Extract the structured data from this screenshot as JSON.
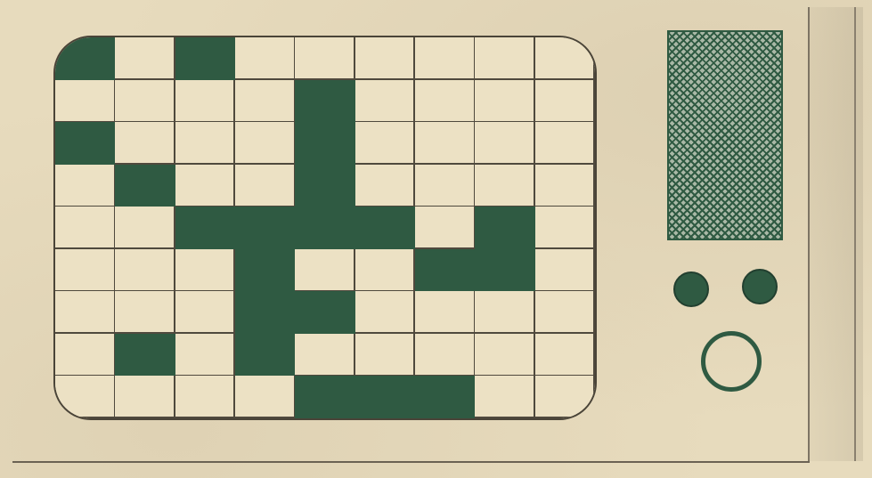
{
  "grid": {
    "rows": 9,
    "cols": 9,
    "filled_cells": [
      [
        0,
        0
      ],
      [
        0,
        2
      ],
      [
        1,
        4
      ],
      [
        2,
        0
      ],
      [
        2,
        4
      ],
      [
        3,
        1
      ],
      [
        3,
        4
      ],
      [
        4,
        2
      ],
      [
        4,
        3
      ],
      [
        4,
        4
      ],
      [
        4,
        5
      ],
      [
        4,
        7
      ],
      [
        5,
        3
      ],
      [
        5,
        6
      ],
      [
        5,
        7
      ],
      [
        6,
        3
      ],
      [
        6,
        4
      ],
      [
        7,
        1
      ],
      [
        7,
        3
      ],
      [
        8,
        4
      ],
      [
        8,
        5
      ],
      [
        8,
        6
      ]
    ],
    "column_labels": [
      "",
      "",
      "",
      "",
      "",
      "",
      "",
      "",
      ""
    ],
    "row_labels": [
      "",
      "",
      "",
      "",
      "",
      "",
      "",
      "",
      ""
    ]
  },
  "colors": {
    "paper": "#e7dbbd",
    "filled": "#2f5a42",
    "empty": "#ece1c4",
    "line": "#4f493d"
  },
  "icons": {
    "speaker": "speaker-grille-icon",
    "knob_left": "knob-icon",
    "knob_right": "knob-icon",
    "ring": "ring-button-icon"
  }
}
